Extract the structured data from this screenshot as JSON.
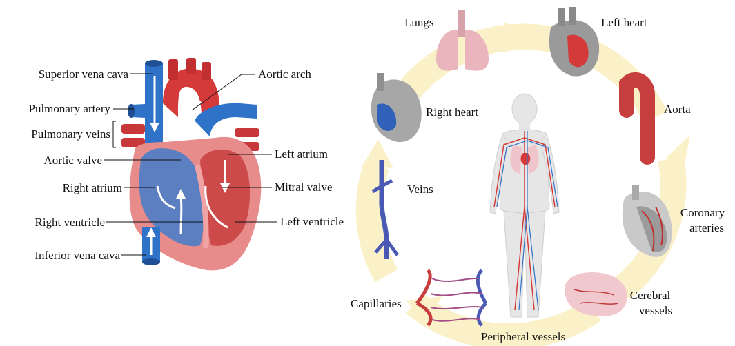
{
  "heart_labels": {
    "superior_vena_cava": "Superior vena cava",
    "pulmonary_artery": "Pulmonary artery",
    "pulmonary_veins": "Pulmonary veins",
    "aortic_valve": "Aortic valve",
    "right_atrium": "Right atrium",
    "right_ventricle": "Right ventricle",
    "inferior_vena_cava": "Inferior vena cava",
    "aortic_arch": "Aortic arch",
    "left_atrium": "Left atrium",
    "mitral_valve": "Mitral valve",
    "left_ventricle": "Left ventricle"
  },
  "cycle_labels": {
    "lungs": "Lungs",
    "left_heart": "Left heart",
    "aorta": "Aorta",
    "coronary_arteries_1": "Coronary",
    "coronary_arteries_2": "arteries",
    "cerebral_vessels_1": "Cerebral",
    "cerebral_vessels_2": "vessels",
    "peripheral_vessels": "Peripheral vessels",
    "capillaries": "Capillaries",
    "veins": "Veins",
    "right_heart": "Right heart"
  },
  "colors": {
    "artery_red": "#d43a3a",
    "vein_blue": "#2f73c9",
    "heart_muscle": "#e88b8b",
    "cycle_arrow": "#fbf1c9",
    "lung_pink": "#eab5bd",
    "body_gray": "#e6e6e6"
  }
}
